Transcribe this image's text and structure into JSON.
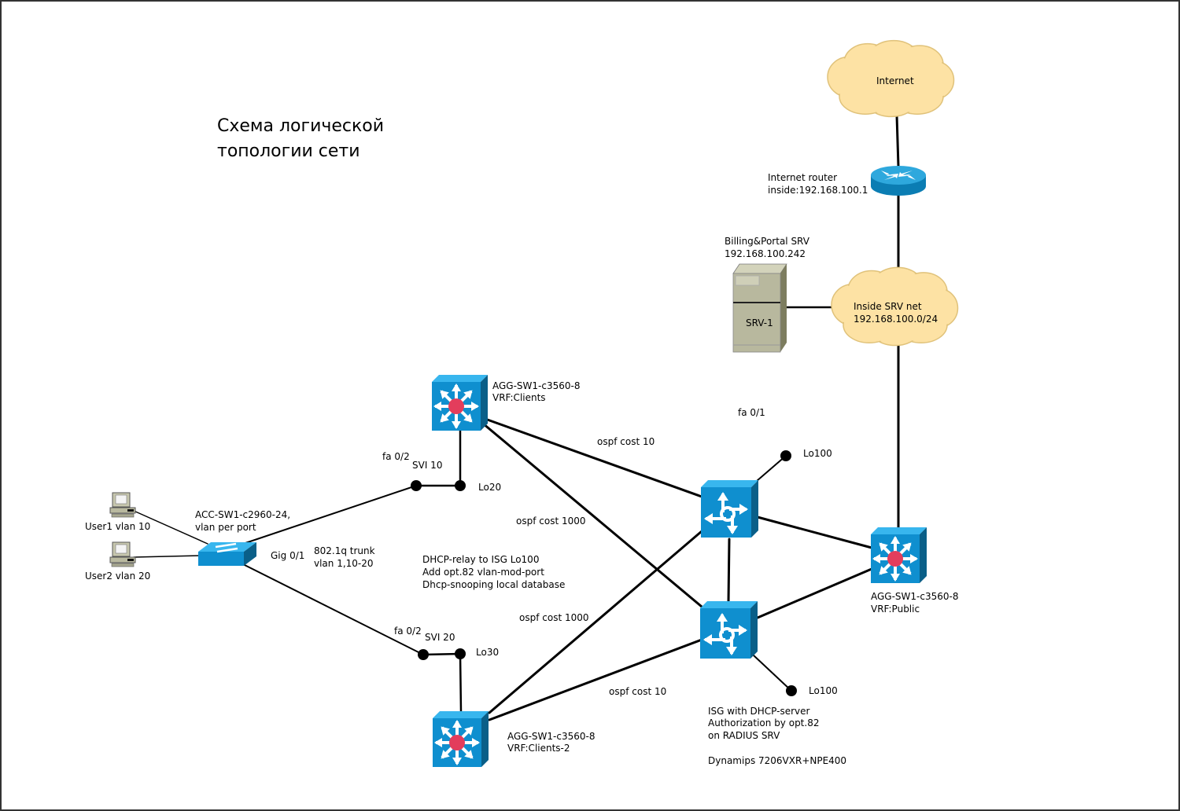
{
  "title": {
    "line1": "Схема логической",
    "line2": "топологии сети"
  },
  "colors": {
    "device_blue": "#0f8fcf",
    "device_blue_top": "#38b6ee",
    "device_blue_side": "#0a5f88",
    "cloud_fill": "#fde2a4",
    "cloud_stroke": "#e0c27a",
    "server_fill": "#b8b89e",
    "multilayer_dot": "#e33d5c",
    "link": "#000000"
  },
  "nodes": {
    "internet_cloud": {
      "label": "Internet",
      "icon": "cloud-icon"
    },
    "internet_router": {
      "label_line1": "Internet router",
      "label_line2": "inside:192.168.100.1",
      "icon": "router-icon"
    },
    "billing_server": {
      "label_line1": "Billing&Portal SRV",
      "label_line2": "192.168.100.242",
      "name": "SRV-1",
      "icon": "server-icon"
    },
    "inside_srv_cloud": {
      "label_line1": "Inside SRV net",
      "label_line2": "192.168.100.0/24",
      "icon": "cloud-icon"
    },
    "agg_clients": {
      "label_line1": "AGG-SW1-c3560-8",
      "label_line2": "VRF:Clients",
      "icon": "multilayer-switch-icon"
    },
    "agg_clients2": {
      "label_line1": "AGG-SW1-c3560-8",
      "label_line2": "VRF:Clients-2",
      "icon": "multilayer-switch-icon"
    },
    "agg_public": {
      "label_line1": "AGG-SW1-c3560-8",
      "label_line2": "VRF:Public",
      "icon": "multilayer-switch-icon"
    },
    "isg_top": {
      "icon": "isg-router-icon"
    },
    "isg_bottom": {
      "icon": "isg-router-icon"
    },
    "acc_switch": {
      "label_line1": "ACC-SW1-c2960-24,",
      "label_line2": "vlan per port",
      "icon": "switch-icon"
    },
    "user1": {
      "label": "User1 vlan 10",
      "icon": "pc-icon"
    },
    "user2": {
      "label": "User2 vlan 20",
      "icon": "pc-icon"
    }
  },
  "interfaces": {
    "svi10": "SVI 10",
    "lo20": "Lo20",
    "fa02_top": "fa 0/2",
    "svi20": "SVI 20",
    "lo30": "Lo30",
    "fa02_bottom": "fa 0/2",
    "lo100_top": "Lo100",
    "lo100_bottom": "Lo100",
    "fa01": "fa 0/1",
    "gig01": "Gig 0/1"
  },
  "link_labels": {
    "trunk_line1": "802.1q trunk",
    "trunk_line2": "vlan 1,10-20",
    "ospf_clients_isg_top": "ospf cost 10",
    "ospf_clients_isg_bottom": "ospf cost 1000",
    "ospf_clients2_isg_top": "ospf cost 1000",
    "ospf_clients2_isg_bottom": "ospf cost 10"
  },
  "notes": {
    "dhcp_line1": "DHCP-relay to ISG Lo100",
    "dhcp_line2": "Add opt.82 vlan-mod-port",
    "dhcp_line3": "Dhcp-snooping local database",
    "isg_line1": "ISG with DHCP-server",
    "isg_line2": "Authorization by opt.82",
    "isg_line3": "on RADIUS SRV",
    "isg_line4": "Dynamips 7206VXR+NPE400"
  }
}
